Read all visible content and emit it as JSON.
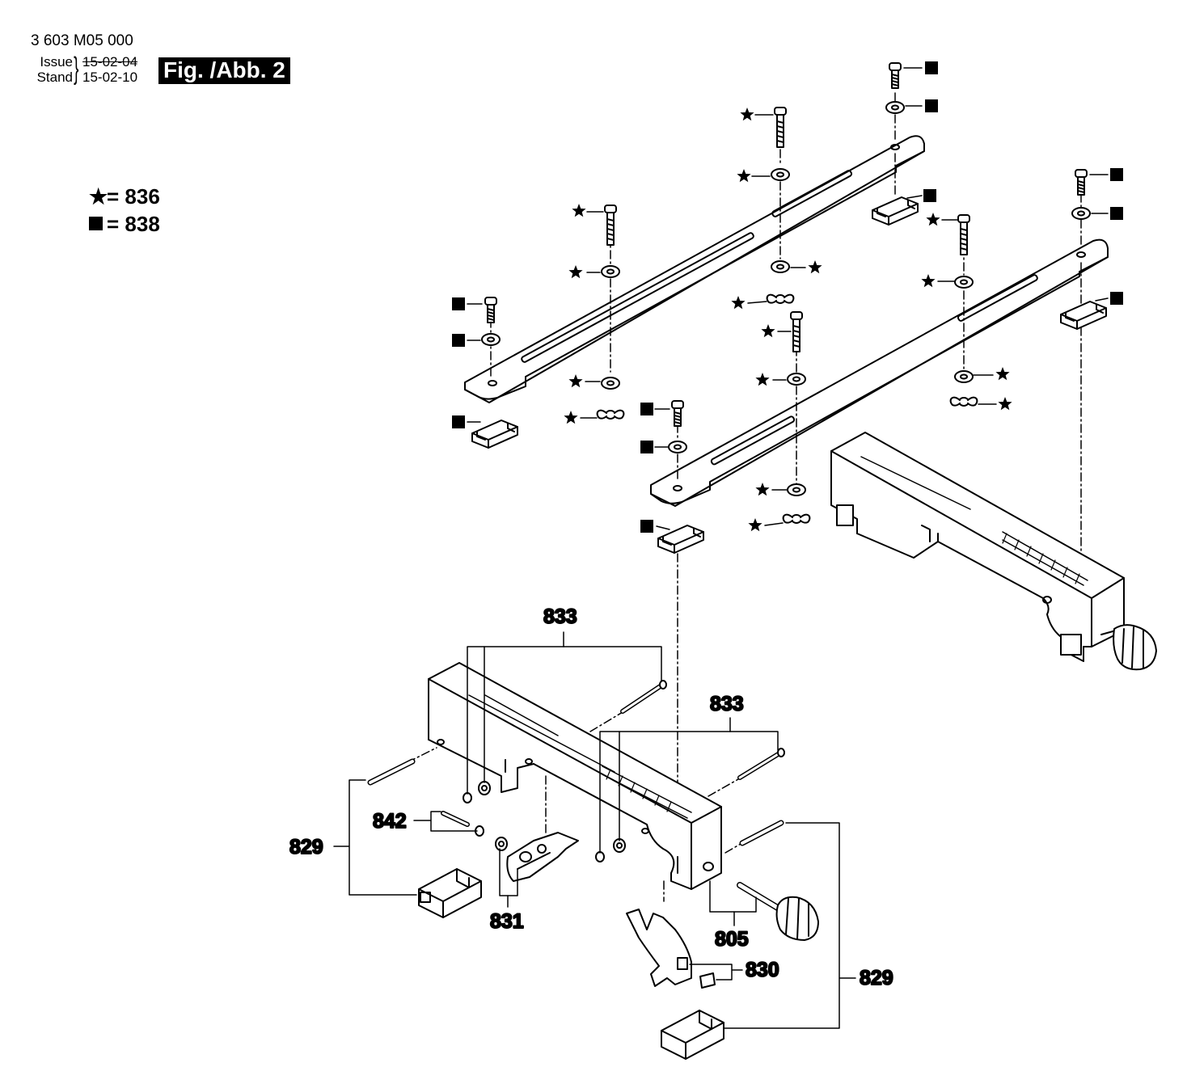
{
  "header": {
    "doc_number": "3 603 M05 000",
    "issue_label": "Issue",
    "stand_label": "Stand",
    "issue_date": "15-02-04",
    "stand_date": "15-02-10",
    "figure_label": "Fig. /Abb. 2"
  },
  "legend": {
    "star_text": "= 836",
    "square_text": "= 838"
  },
  "parts": {
    "p833a": "833",
    "p833b": "833",
    "p842": "842",
    "p829a": "829",
    "p829b": "829",
    "p831": "831",
    "p805": "805",
    "p830": "830"
  }
}
